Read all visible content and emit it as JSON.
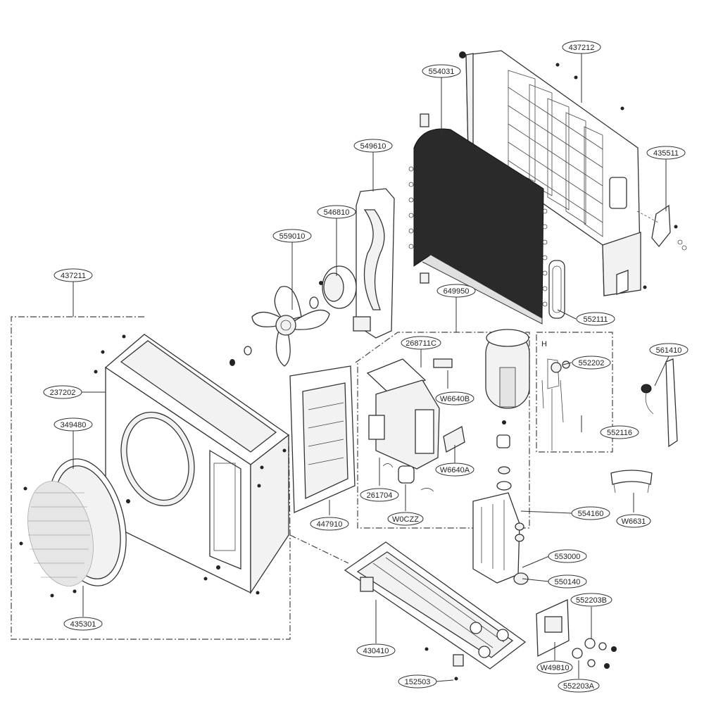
{
  "diagram": {
    "group_labels": {
      "valve_group_letter": "H"
    },
    "callouts": [
      {
        "id": "437212",
        "text": "437212"
      },
      {
        "id": "554031",
        "text": "554031"
      },
      {
        "id": "549610",
        "text": "549610"
      },
      {
        "id": "435511",
        "text": "435511"
      },
      {
        "id": "546810",
        "text": "546810"
      },
      {
        "id": "559010",
        "text": "559010"
      },
      {
        "id": "437211",
        "text": "437211"
      },
      {
        "id": "649950",
        "text": "649950"
      },
      {
        "id": "552111",
        "text": "552111"
      },
      {
        "id": "268711C",
        "text": "268711C"
      },
      {
        "id": "561410",
        "text": "561410"
      },
      {
        "id": "552202",
        "text": "552202"
      },
      {
        "id": "237202",
        "text": "237202"
      },
      {
        "id": "W6640B",
        "text": "W6640B"
      },
      {
        "id": "349480",
        "text": "349480"
      },
      {
        "id": "552116",
        "text": "552116"
      },
      {
        "id": "W6640A",
        "text": "W6640A"
      },
      {
        "id": "261704",
        "text": "261704"
      },
      {
        "id": "554160",
        "text": "554160"
      },
      {
        "id": "W6631",
        "text": "W6631"
      },
      {
        "id": "447910",
        "text": "447910"
      },
      {
        "id": "W0CZZ",
        "text": "W0CZZ"
      },
      {
        "id": "553000",
        "text": "553000"
      },
      {
        "id": "550140",
        "text": "550140"
      },
      {
        "id": "435301",
        "text": "435301"
      },
      {
        "id": "552203B",
        "text": "552203B"
      },
      {
        "id": "430410",
        "text": "430410"
      },
      {
        "id": "W49810",
        "text": "W49810"
      },
      {
        "id": "152503",
        "text": "152503"
      },
      {
        "id": "552203A",
        "text": "552203A"
      }
    ]
  }
}
